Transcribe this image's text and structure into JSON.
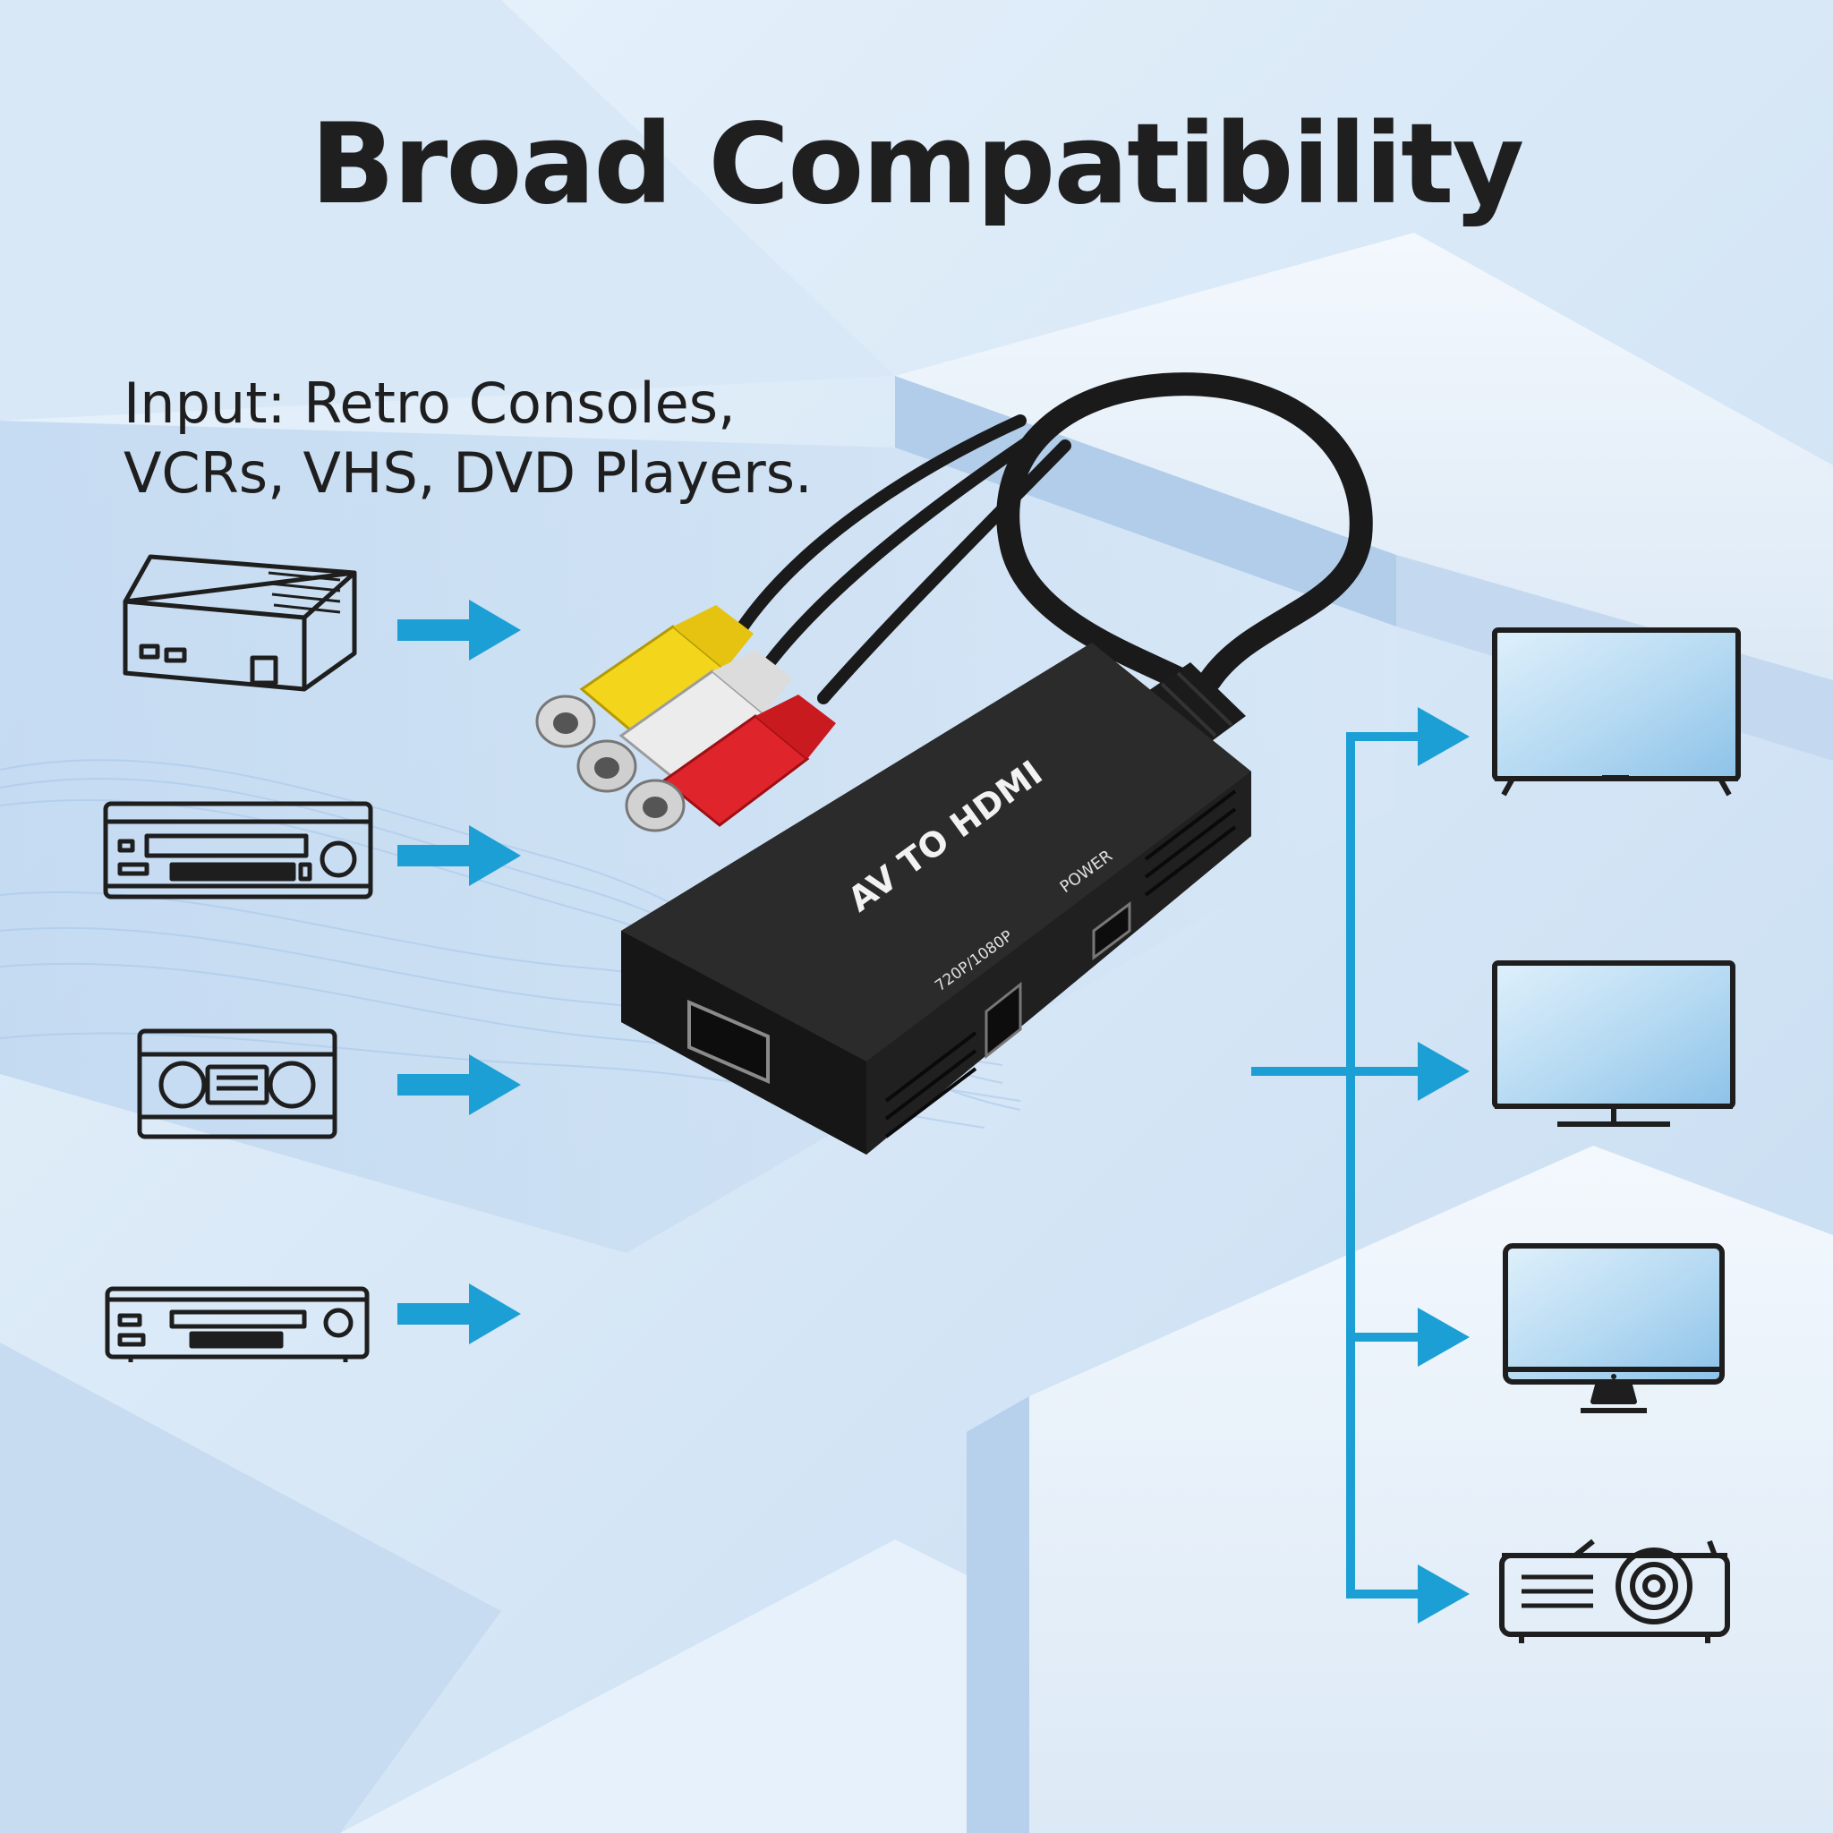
{
  "headline": "Broad Compatibility",
  "input_caption": {
    "line1": "Input: Retro Consoles,",
    "line2": "VCRs, VHS, DVD Players."
  },
  "adapter": {
    "top_label": "AV TO HDMI",
    "power_label": "POWER",
    "resolution_label": "720P/1080P"
  },
  "input_devices": [
    {
      "icon": "retro-console-icon"
    },
    {
      "icon": "vcr-icon"
    },
    {
      "icon": "vhs-tape-icon"
    },
    {
      "icon": "dvd-player-icon"
    }
  ],
  "output_devices": [
    {
      "icon": "smart-tv-icon"
    },
    {
      "icon": "monitor-icon"
    },
    {
      "icon": "desktop-monitor-icon"
    },
    {
      "icon": "projector-icon"
    }
  ],
  "colors": {
    "arrow": "#1b9fd4",
    "text": "#1f1f1f",
    "rca_yellow": "#f3d51c",
    "rca_white": "#ececec",
    "rca_red": "#e0242b"
  }
}
